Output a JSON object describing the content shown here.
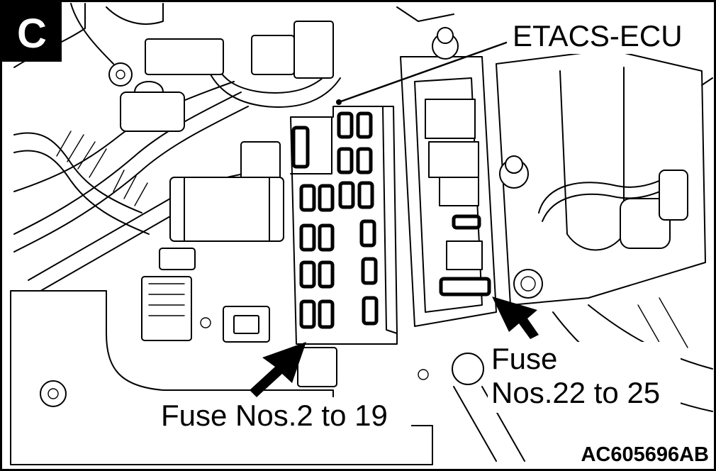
{
  "figure": {
    "panel_letter": "C",
    "callouts": {
      "ecu": "ETACS-ECU",
      "fuse_main": "Fuse Nos.2 to 19",
      "fuse_side_line1": "Fuse",
      "fuse_side_line2": "Nos.22 to 25"
    },
    "figure_id": "AC605696AB"
  },
  "colors": {
    "ink": "#000000",
    "paper": "#ffffff"
  }
}
